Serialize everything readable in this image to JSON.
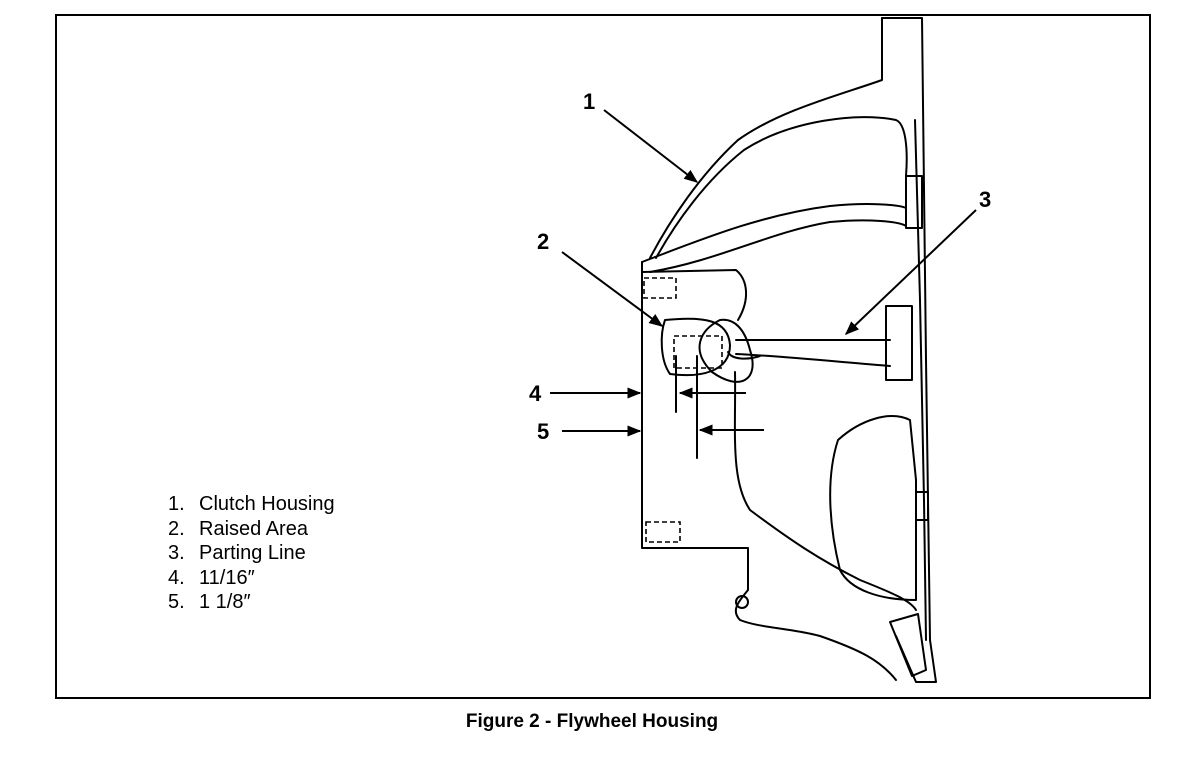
{
  "callouts": {
    "c1": "1",
    "c2": "2",
    "c3": "3",
    "c4": "4",
    "c5": "5"
  },
  "legend": [
    {
      "num": "1.",
      "text": "Clutch Housing"
    },
    {
      "num": "2.",
      "text": "Raised Area"
    },
    {
      "num": "3.",
      "text": "Parting Line"
    },
    {
      "num": "4.",
      "text": "11/16″"
    },
    {
      "num": "5.",
      "text": "1 1/8″"
    }
  ],
  "caption": "Figure 2 - Flywheel Housing"
}
